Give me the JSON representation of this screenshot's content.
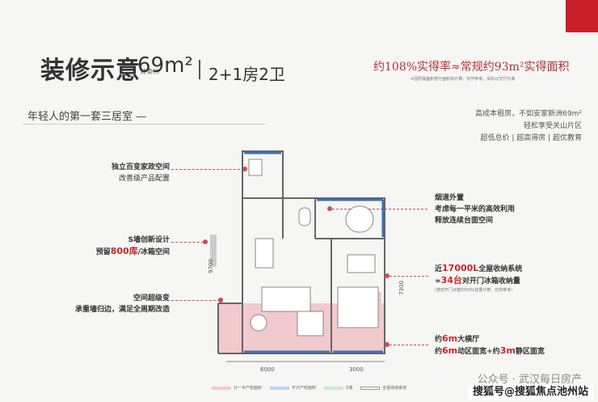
{
  "header": {
    "title": "装修示意",
    "title_small": "建面约",
    "area": "69m²",
    "rooms": "2+1房2卫",
    "rate_line": "约108%实得率≈常规约93m²实得面积",
    "rate_note": "※因附属面积部分面积有计算，仅作参考，实际以交付为准"
  },
  "subtitle": "年轻人的第一套三居室 —",
  "right_info": {
    "line1": "高成本租房，不如安家新洲69m²",
    "line2": "轻松享受关山片区",
    "line3": "超低总价 | 超高得房 | 超优教育"
  },
  "callouts": {
    "left1_l1": "独立百变家政空间",
    "left1_l2": "改善级产品配置",
    "left2_l1": "S墙创新设计",
    "left2_l2_a": "预留",
    "left2_l2_b": "800库",
    "left2_l2_c": "/冰箱空间",
    "left3_l1": "空间超级变",
    "left3_l2": "承重墙归边，满足全周期改造",
    "right1_l1": "烟道外置",
    "right1_l2": "考虑每一平米的高效利用",
    "right1_l3": "释放连续台面空间",
    "right2_a": "近",
    "right2_b": "17000L",
    "right2_c": "全屋收纳系统",
    "right2_d": "≈",
    "right2_e": "34台",
    "right2_f": "对开门冰箱收纳量",
    "right2_note": "(按双开门冰箱约500L容量计算，仅供参考)",
    "right3_a": "约",
    "right3_b": "6m",
    "right3_c": "大横厅",
    "right3_d": "约",
    "right3_e": "6m",
    "right3_f": "动区面宽+约",
    "right3_g": "3m",
    "right3_h": "静区面宽"
  },
  "dimensions": {
    "left_height": "9700",
    "right_height": "7300",
    "bottom_left": "6000",
    "bottom_right": "3000"
  },
  "legend": {
    "item1": "计一半产权面积",
    "item2": "不计产权面积",
    "item3": "S墙",
    "item4": "全屋收纳系统"
  },
  "colors": {
    "accent_red": "#c62828",
    "pink_zone": "#f2c9cc",
    "blue_wall": "#3f6fb0"
  },
  "watermark": "公众号 · 武汉每日房产",
  "banner": "搜狐号@搜狐焦点池州站"
}
